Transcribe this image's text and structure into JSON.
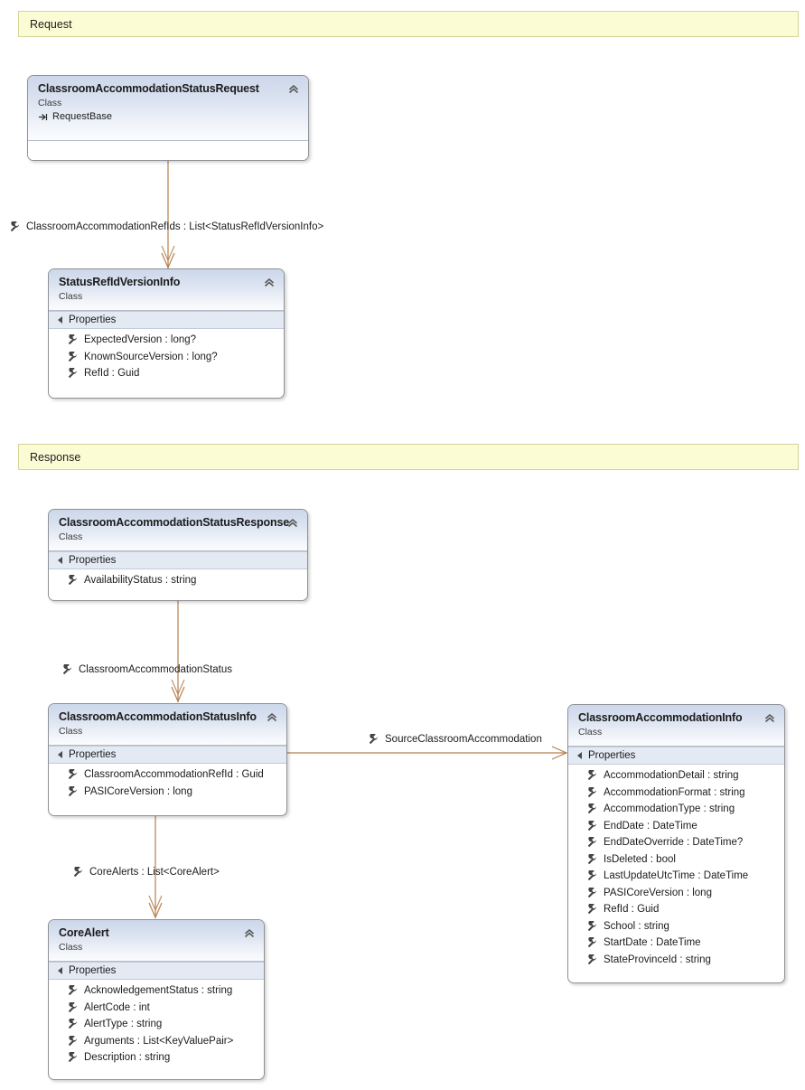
{
  "diagram": {
    "title": "Class Diagram",
    "background_color": "#ffffff",
    "connector_color": "#b5804f",
    "banner_color": "#fbfbd4",
    "class_header_color": "#ccd7ea",
    "compartment_color": "#e4eaf4"
  },
  "banners": [
    {
      "label": "Request"
    },
    {
      "label": "Response"
    }
  ],
  "classes": [
    {
      "name": "ClassroomAccommodationStatusRequest",
      "stereotype": "Class",
      "base": "RequestBase",
      "base_icon": "inheritance-arrow-icon",
      "collapse_icon": "double-chevron-up-icon",
      "compartment": null,
      "members": []
    },
    {
      "name": "StatusRefIdVersionInfo",
      "stereotype": "Class",
      "base": null,
      "collapse_icon": "double-chevron-up-icon",
      "compartment": "Properties",
      "members": [
        {
          "icon": "property-wrench-icon",
          "label": "ExpectedVersion : long?"
        },
        {
          "icon": "property-wrench-icon",
          "label": "KnownSourceVersion : long?"
        },
        {
          "icon": "property-wrench-icon",
          "label": "RefId : Guid"
        }
      ]
    },
    {
      "name": "ClassroomAccommodationStatusResponse",
      "stereotype": "Class",
      "base": null,
      "collapse_icon": "double-chevron-up-icon",
      "compartment": "Properties",
      "members": [
        {
          "icon": "property-wrench-icon",
          "label": "AvailabilityStatus : string"
        }
      ]
    },
    {
      "name": "ClassroomAccommodationStatusInfo",
      "stereotype": "Class",
      "base": null,
      "collapse_icon": "double-chevron-up-icon",
      "compartment": "Properties",
      "members": [
        {
          "icon": "property-wrench-icon",
          "label": "ClassroomAccommodationRefId : Guid"
        },
        {
          "icon": "property-wrench-icon",
          "label": "PASICoreVersion : long"
        }
      ]
    },
    {
      "name": "ClassroomAccommodationInfo",
      "stereotype": "Class",
      "base": null,
      "collapse_icon": "double-chevron-up-icon",
      "compartment": "Properties",
      "members": [
        {
          "icon": "property-wrench-icon",
          "label": "AccommodationDetail : string"
        },
        {
          "icon": "property-wrench-icon",
          "label": "AccommodationFormat : string"
        },
        {
          "icon": "property-wrench-icon",
          "label": "AccommodationType : string"
        },
        {
          "icon": "property-wrench-icon",
          "label": "EndDate : DateTime"
        },
        {
          "icon": "property-wrench-icon",
          "label": "EndDateOverride : DateTime?"
        },
        {
          "icon": "property-wrench-icon",
          "label": "IsDeleted : bool"
        },
        {
          "icon": "property-wrench-icon",
          "label": "LastUpdateUtcTime : DateTime"
        },
        {
          "icon": "property-wrench-icon",
          "label": "PASICoreVersion : long"
        },
        {
          "icon": "property-wrench-icon",
          "label": "RefId : Guid"
        },
        {
          "icon": "property-wrench-icon",
          "label": "School : string"
        },
        {
          "icon": "property-wrench-icon",
          "label": "StartDate : DateTime"
        },
        {
          "icon": "property-wrench-icon",
          "label": "StateProvinceId : string"
        }
      ]
    },
    {
      "name": "CoreAlert",
      "stereotype": "Class",
      "base": null,
      "collapse_icon": "double-chevron-up-icon",
      "compartment": "Properties",
      "members": [
        {
          "icon": "property-wrench-icon",
          "label": "AcknowledgementStatus : string"
        },
        {
          "icon": "property-wrench-icon",
          "label": "AlertCode : int"
        },
        {
          "icon": "property-wrench-icon",
          "label": "AlertType : string"
        },
        {
          "icon": "property-wrench-icon",
          "label": "Arguments : List<KeyValuePair>"
        },
        {
          "icon": "property-wrench-icon",
          "label": "Description : string"
        }
      ]
    }
  ],
  "associations": [
    {
      "icon": "property-wrench-icon",
      "label": "ClassroomAccommodationRefIds : List<StatusRefIdVersionInfo>"
    },
    {
      "icon": "property-wrench-icon",
      "label": "ClassroomAccommodationStatus"
    },
    {
      "icon": "property-wrench-icon",
      "label": "SourceClassroomAccommodation"
    },
    {
      "icon": "property-wrench-icon",
      "label": "CoreAlerts : List<CoreAlert>"
    }
  ]
}
